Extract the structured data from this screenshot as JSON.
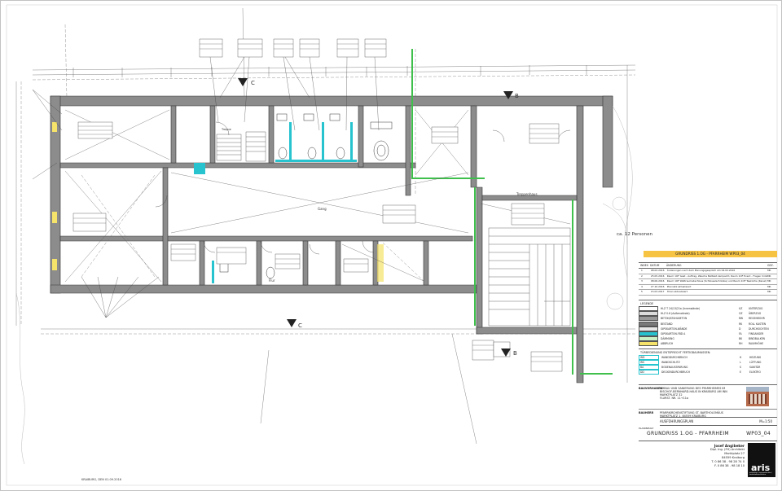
{
  "drawing": {
    "title_banner": "GRUNDRISS 1.OG  -  PFARRHEIM  WP03_04",
    "main_title": "GRUNDRISS 1.OG - PFARRHEIM",
    "drawing_no": "WP03_04",
    "plan_type": "AUSFÜHRUNGSPLAN",
    "scale": "M=1:50",
    "plotted_label": "PLANINHALT",
    "bottom_left_note": "KRAIBURG, DEN 01.09.2016"
  },
  "revisions": {
    "headers": [
      "INDEX",
      "DATUM",
      "ÄNDERUNG",
      "GEZ."
    ],
    "rows": [
      [
        "1",
        "08.02.2016",
        "Änderungen nach dem Planungsgespräch am 04.02.2016",
        "MK"
      ],
      [
        "2",
        "25.05.2016",
        "Raum 1OF Gast - Auftrag, Wasche Bettzeit zampacht, Raum 1OF Event - Fragen hinter 6.1 Büro",
        "MK"
      ],
      [
        "3",
        "08.06.2016",
        "Raum 1OF Wettraumabschluss (Schlüsselschränke) und Raum 1OF Teeküche (Kanal)",
        "MK"
      ],
      [
        "4",
        "27.10.2016",
        "Plannetz aktualisiert",
        "MK"
      ],
      [
        "5",
        "15.03.2017",
        "Türen aktualisiert",
        "MK"
      ]
    ]
  },
  "legend": {
    "title": "LEGENDE",
    "items": [
      {
        "label": "HLZ T 24/13/21a (Innenwände)",
        "color": "#ffffff",
        "code": "UZ",
        "code_label": "UNTERZUG"
      },
      {
        "label": "HLZ 0.6 (Außenwände)",
        "color": "#dcdcdc",
        "code": "OZ",
        "code_label": "ÜBERZUG"
      },
      {
        "label": "BETON/STAHLBETON",
        "color": "#9a9a9a",
        "code": "RW",
        "code_label": "REGENROHR"
      },
      {
        "label": "BESTAND",
        "color": "#7a7a7a",
        "code": "RK",
        "code_label": "ROLL KASTEN"
      },
      {
        "label": "GIPSKARTON-WÄNDE",
        "color": "#e8e8e8",
        "code": "D",
        "code_label": "DURCHSICHTEN"
      },
      {
        "label": "GIPSKARTON-FBD A",
        "color": "#27c4cf",
        "code": "FA",
        "code_label": "FINGANGER"
      },
      {
        "label": "DÄMMUNG",
        "color": "#c9f1c5",
        "code": "BK",
        "code_label": "BINDBALKEN"
      },
      {
        "label": "ABBRUCH",
        "color": "#f5e36a",
        "code": "RH",
        "code_label": "RAUMHÖHE"
      }
    ],
    "openings_title": "TÜRBEDIENUNG ENTSPRECHT FERTIGBAUMASSEN:",
    "openings": [
      {
        "code": "WD",
        "label": "WANDDURCHBRUCH",
        "code2": "H",
        "label2": "HEIZUNG"
      },
      {
        "code": "WS",
        "label": "WANDSCHLITZ",
        "code2": "L",
        "label2": "LÜFTUNG"
      },
      {
        "code": "BA",
        "label": "BODENAUSSPARUNG",
        "code2": "S",
        "label2": "SANITÄR"
      },
      {
        "code": "DD",
        "label": "DECKENDURCHBRUCH",
        "code2": "E",
        "label2": "ELEKTRO"
      }
    ]
  },
  "project": {
    "label_vorhaben": "BAUVORHABEN",
    "lines": [
      "UMBAU UND SANIERUNG DES PFARRHEIMES IM",
      "BISCHOF-BERNHARD-HAUS IN KRAIBURG AM INN",
      "MARKTPLATZ 32",
      "FLURST. NR. 11+11a"
    ],
    "label_bauherr": "BAUHERR",
    "bauherr": [
      "PFARRKIRCHENSTIFTUNG ST. BARTHOLOMÄUS",
      "MARKTPLATZ 1, 84559 KRAIBURG"
    ]
  },
  "architect": {
    "name": "Josef Angibeker",
    "title": "Dipl. Ing. (FH) Architekt",
    "street": "Marktplatz 27",
    "city": "84559 Kraiburg",
    "phone": "T. 0 86 38 . 98 28 74 0",
    "fax": "F. 0 86 38 . 98 18 10",
    "logo": "aris",
    "logo_sub": "architektur | innenarchitektur | landschaftsarchitektur"
  },
  "annotations": {
    "room_capacity": "ca. 12 Personen",
    "section_c": "C",
    "section_b": "B",
    "gang_label": "Gang",
    "flur_label": "Flur",
    "treppe_label": "Treppe",
    "treppenhaus_label": "Treppenhaus"
  }
}
